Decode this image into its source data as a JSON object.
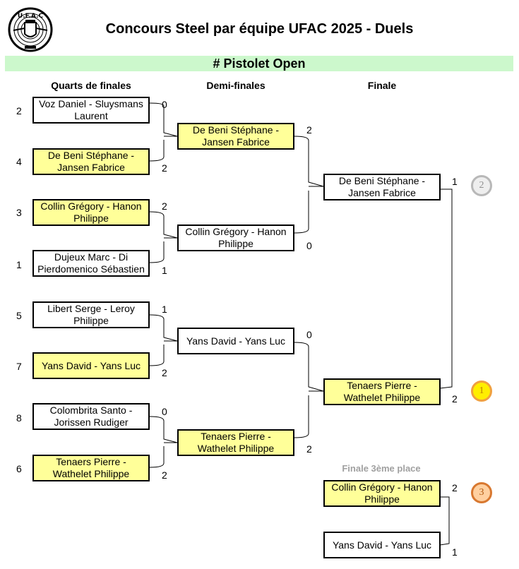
{
  "title": "Concours Steel par équipe UFAC 2025 - Duels",
  "logo": {
    "text": "U.F.A.C",
    "icon": "club-crest-logo"
  },
  "category": "# Pistolet Open",
  "columns": {
    "quarterfinals": "Quarts de finales",
    "semifinals": "Demi-finales",
    "final": "Finale",
    "third_place": "Finale 3ème place"
  },
  "quarterfinals": [
    {
      "seed": "2",
      "team": "Voz Daniel - Sluysmans Laurent",
      "score": "0",
      "winner": false
    },
    {
      "seed": "4",
      "team": "De Beni Stéphane - Jansen Fabrice",
      "score": "2",
      "winner": true
    },
    {
      "seed": "3",
      "team": "Collin Grégory - Hanon Philippe",
      "score": "2",
      "winner": true
    },
    {
      "seed": "1",
      "team": "Dujeux Marc - Di Pierdomenico Sébastien",
      "score": "1",
      "winner": false
    },
    {
      "seed": "5",
      "team": "Libert Serge - Leroy Philippe",
      "score": "1",
      "winner": false
    },
    {
      "seed": "7",
      "team": "Yans David - Yans Luc",
      "score": "2",
      "winner": true
    },
    {
      "seed": "8",
      "team": "Colombrita Santo - Jorissen Rudiger",
      "score": "0",
      "winner": false
    },
    {
      "seed": "6",
      "team": "Tenaers Pierre - Wathelet Philippe",
      "score": "2",
      "winner": true
    }
  ],
  "semifinals": [
    {
      "team": "De Beni Stéphane - Jansen Fabrice",
      "score": "2",
      "winner": true
    },
    {
      "team": "Collin Grégory - Hanon Philippe",
      "score": "0",
      "winner": false
    },
    {
      "team": "Yans David - Yans Luc",
      "score": "0",
      "winner": false
    },
    {
      "team": "Tenaers Pierre - Wathelet Philippe",
      "score": "2",
      "winner": true
    }
  ],
  "final": [
    {
      "team": "De Beni Stéphane - Jansen Fabrice",
      "score": "1",
      "winner": false,
      "medal": "2"
    },
    {
      "team": "Tenaers Pierre - Wathelet Philippe",
      "score": "2",
      "winner": true,
      "medal": "1"
    }
  ],
  "third_place": [
    {
      "team": "Collin Grégory - Hanon Philippe",
      "score": "2",
      "winner": true,
      "medal": "3"
    },
    {
      "team": "Yans David - Yans Luc",
      "score": "1",
      "winner": false
    }
  ],
  "colors": {
    "winner": "#ffff99",
    "header_bar": "#ccf8cc",
    "gold": "#ffee00",
    "silver": "#eeeeee",
    "bronze": "#ffd0a0"
  }
}
